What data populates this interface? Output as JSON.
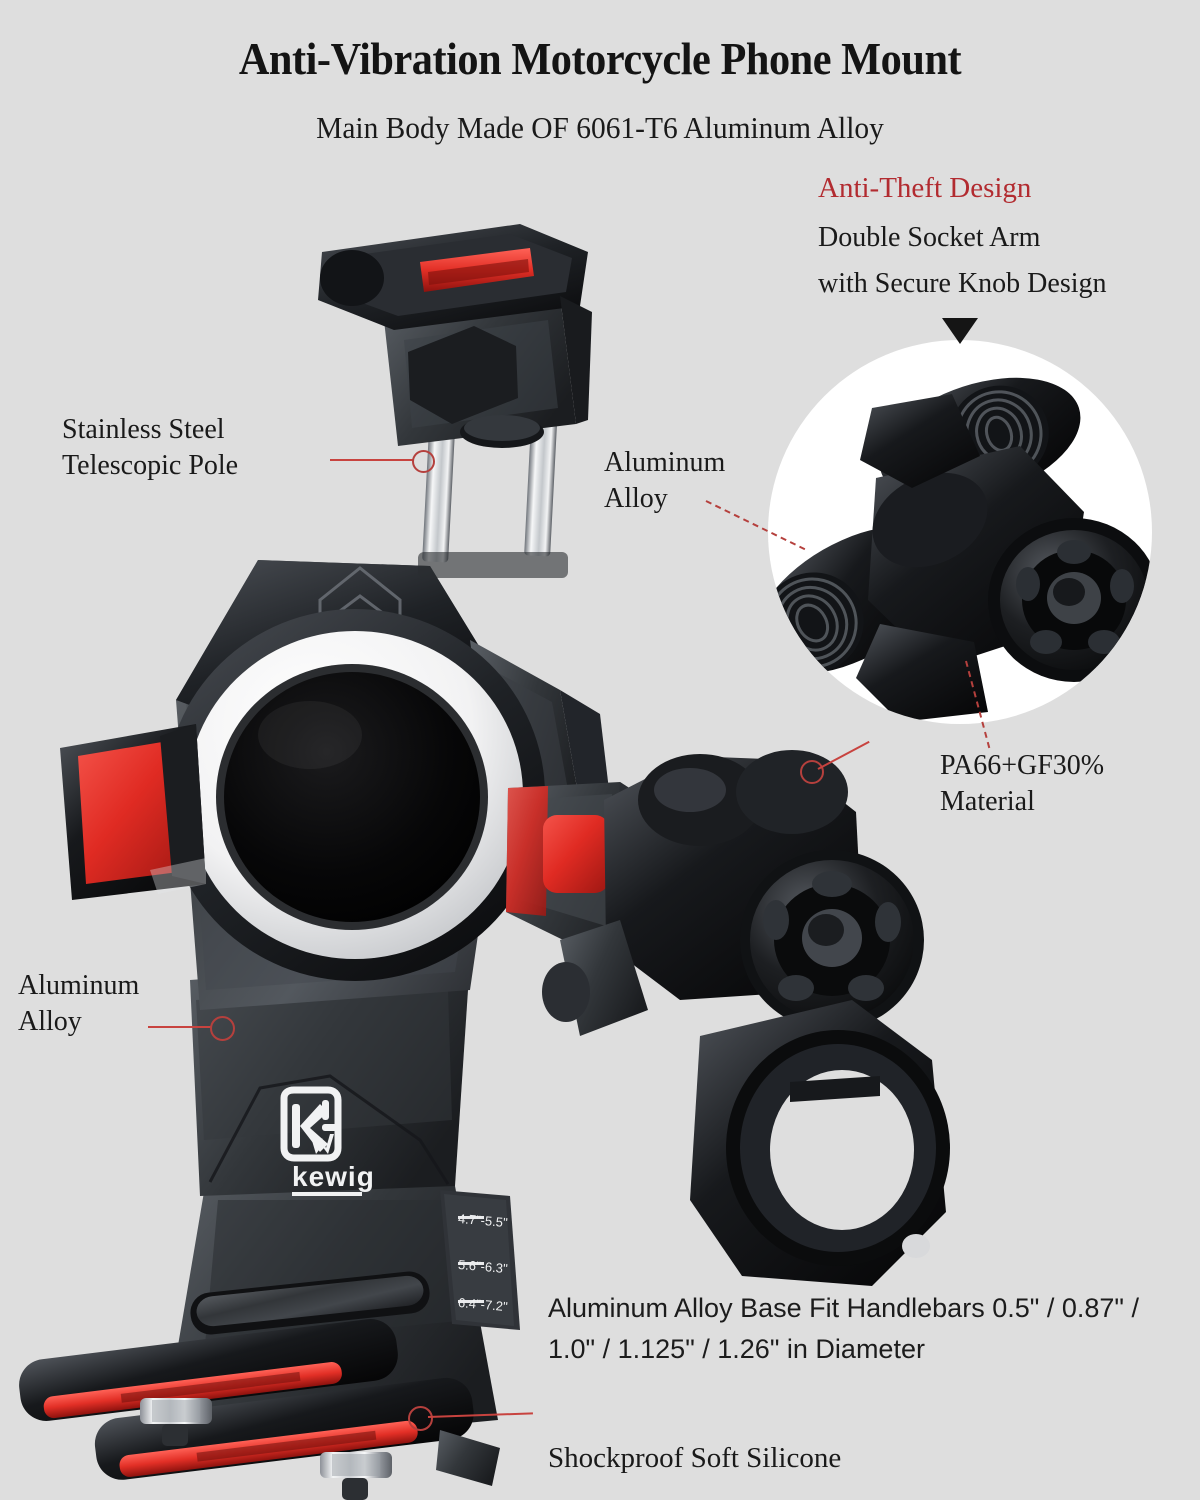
{
  "header": {
    "title": "Anti-Vibration Motorcycle Phone Mount",
    "subtitle": "Main Body Made OF 6061-T6 Aluminum Alloy"
  },
  "callouts": {
    "anti_theft": {
      "heading": "Anti-Theft Design",
      "line2": "Double Socket Arm",
      "line3": "with Secure Knob Design",
      "heading_color": "#b22b30",
      "pointer_icon": "triangle-down-icon"
    },
    "stainless_pole": {
      "line1": "Stainless Steel",
      "line2": "Telescopic Pole"
    },
    "aluminum_mid": {
      "line1": "Aluminum",
      "line2": "Alloy"
    },
    "aluminum_bottom_left": {
      "line1": "Aluminum",
      "line2": "Alloy"
    },
    "pa66": {
      "line1": "PA66+GF30%",
      "line2": "Material"
    },
    "shockproof": "Shockproof Soft Silicone",
    "base_fit": "Aluminum Alloy Base Fit Handlebars 0.5\" / 0.87\" / 1.0\" / 1.125\" / 1.26\" in Diameter"
  },
  "product": {
    "brand_logo": "kewig",
    "size_scale": [
      "4.7\"-5.5\"",
      "5.6\"-6.3\"",
      "6.4\"-7.2\""
    ]
  },
  "colors": {
    "background": "#dedede",
    "accent_red": "#e02b23",
    "leader_red": "#b5403d",
    "heading_red": "#b22b30",
    "body_dark": "#3a3d42",
    "body_darker": "#1c1e21",
    "chrome": "#e8e8ea",
    "text": "#1a1a1a"
  }
}
